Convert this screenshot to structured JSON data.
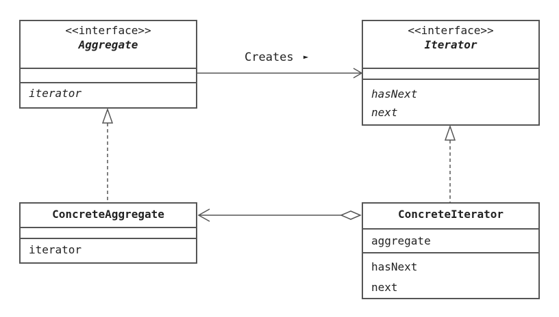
{
  "colors": {
    "stroke": "#555555",
    "text": "#222222",
    "background": "#ffffff"
  },
  "classes": {
    "aggregate": {
      "stereotype": "<<interface>>",
      "name": "Aggregate",
      "methods": [
        "iterator"
      ]
    },
    "iterator": {
      "stereotype": "<<interface>>",
      "name": "Iterator",
      "methods": [
        "hasNext",
        "next"
      ]
    },
    "concrete_aggregate": {
      "name": "ConcreteAggregate",
      "methods": [
        "iterator"
      ]
    },
    "concrete_iterator": {
      "name": "ConcreteIterator",
      "fields": [
        "aggregate"
      ],
      "methods": [
        "hasNext",
        "next"
      ]
    }
  },
  "relations": {
    "creates_label": "Creates",
    "creates_arrow_glyph": "►"
  }
}
